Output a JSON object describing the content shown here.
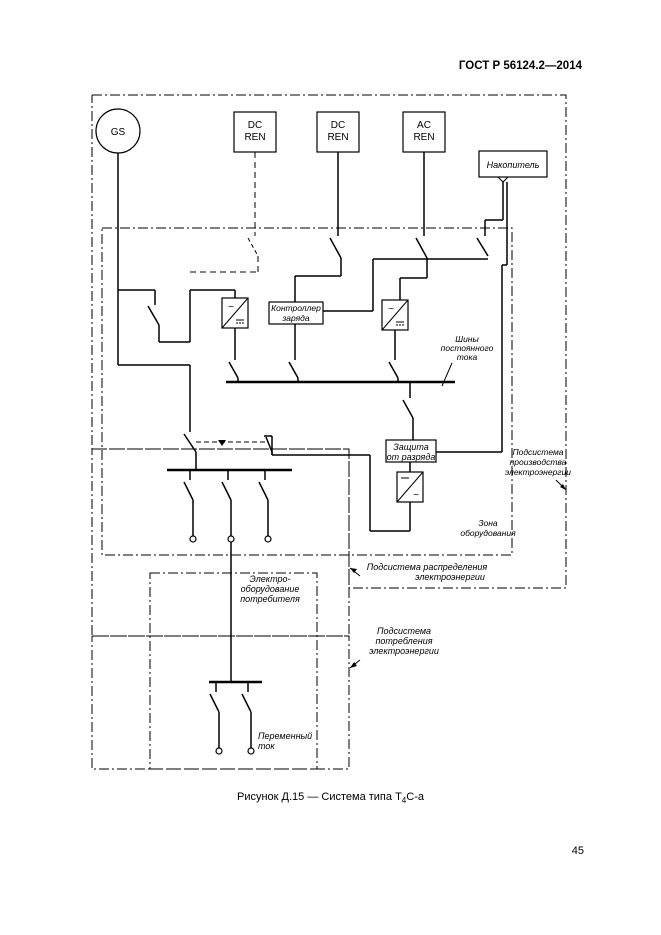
{
  "header": {
    "doc_code": "ГОСТ Р 56124.2—2014"
  },
  "figure": {
    "caption_prefix": "Рисунок Д.15 — Система типа Т",
    "caption_sub": "4",
    "caption_suffix": "С-а"
  },
  "diagram": {
    "gs": "GS",
    "dc_ren_1": [
      "DC",
      "REN"
    ],
    "dc_ren_2": [
      "DC",
      "REN"
    ],
    "ac_ren": [
      "AC",
      "REN"
    ],
    "storage": "Накопитель",
    "charge_controller": [
      "Контроллер",
      "заряда"
    ],
    "protection": [
      "Защита",
      "от разряда"
    ],
    "dc_bus": [
      "Шины",
      "постоянного",
      "тока"
    ],
    "generation_subsystem": [
      "Подсистема",
      "производства",
      "электроэнергии"
    ],
    "equipment_zone": [
      "Зона",
      "оборудования"
    ],
    "distribution_subsystem": [
      "Подсистема распределения",
      "электроэнергии"
    ],
    "consumer_equipment": [
      "Электро-",
      "оборудование",
      "потребителя"
    ],
    "consumption_subsystem": [
      "Подсистема",
      "потребления",
      "электроэнергии"
    ],
    "ac_current": [
      "Переменный",
      "ток"
    ]
  },
  "footer": {
    "page_number": "45"
  }
}
